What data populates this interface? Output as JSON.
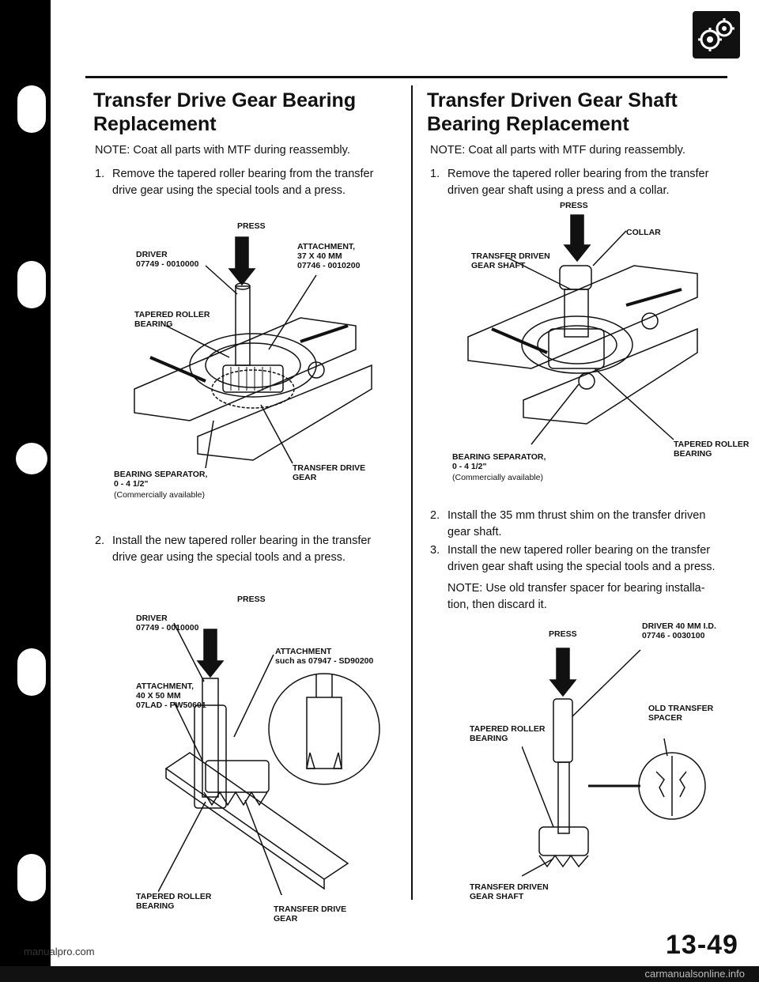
{
  "left": {
    "title_line1": "Transfer Drive Gear Bearing",
    "title_line2": "Replacement",
    "note": "NOTE:  Coat all parts with MTF during reassembly.",
    "step1_num": "1.",
    "step1": "Remove the tapered roller bearing from the transfer drive gear using the special tools and a press.",
    "fig1": {
      "press": "PRESS",
      "driver": "DRIVER\n07749 - 0010000",
      "attachment": "ATTACHMENT,\n37 x 40 mm\n07746 - 0010200",
      "bearing": "TAPERED ROLLER\nBEARING",
      "separator": "BEARING SEPARATOR,\n0 - 4 1/2\"",
      "separator_note": "(Commercially available)",
      "gear": "TRANSFER DRIVE\nGEAR"
    },
    "step2_num": "2.",
    "step2": "Install the new tapered roller bearing in the transfer drive gear using the special tools and a press.",
    "fig2": {
      "press": "PRESS",
      "driver": "DRIVER\n07749 - 0010000",
      "attachment_a": "ATTACHMENT\nsuch as 07947 - SD90200",
      "attachment_b": "ATTACHMENT,\n40 x 50 mm\n07LAD - PW50601",
      "bearing": "TAPERED ROLLER\nBEARING",
      "gear": "TRANSFER DRIVE\nGEAR"
    }
  },
  "right": {
    "title_line1": "Transfer Driven Gear Shaft",
    "title_line2": "Bearing Replacement",
    "note": "NOTE:  Coat all parts with MTF during reassembly.",
    "step1_num": "1.",
    "step1": "Remove the tapered roller bearing from the transfer driven gear shaft using a press and a collar.",
    "fig1": {
      "press": "PRESS",
      "collar": "COLLAR",
      "shaft": "TRANSFER DRIVEN\nGEAR SHAFT",
      "bearing": "TAPERED ROLLER\nBEARING",
      "separator": "BEARING SEPARATOR,\n0 - 4 1/2\"",
      "separator_note": "(Commercially available)"
    },
    "step2_num": "2.",
    "step2": "Install the 35 mm thrust shim on the transfer driven gear shaft.",
    "step3_num": "3.",
    "step3": "Install the new tapered roller bearing on the transfer driven gear shaft using the special tools and a press.",
    "note2": "NOTE:  Use old transfer spacer for bearing installa-tion, then discard it.",
    "fig2": {
      "press": "PRESS",
      "driver": "DRIVER 40 mm I.D.\n07746 - 0030100",
      "spacer": "OLD TRANSFER\nSPACER",
      "bearing": "TAPERED ROLLER\nBEARING",
      "shaft": "TRANSFER DRIVEN\nGEAR SHAFT"
    }
  },
  "footer": {
    "page_number": "13-49",
    "url": "manualpro.com",
    "watermark": "carmanualsonline.info"
  }
}
